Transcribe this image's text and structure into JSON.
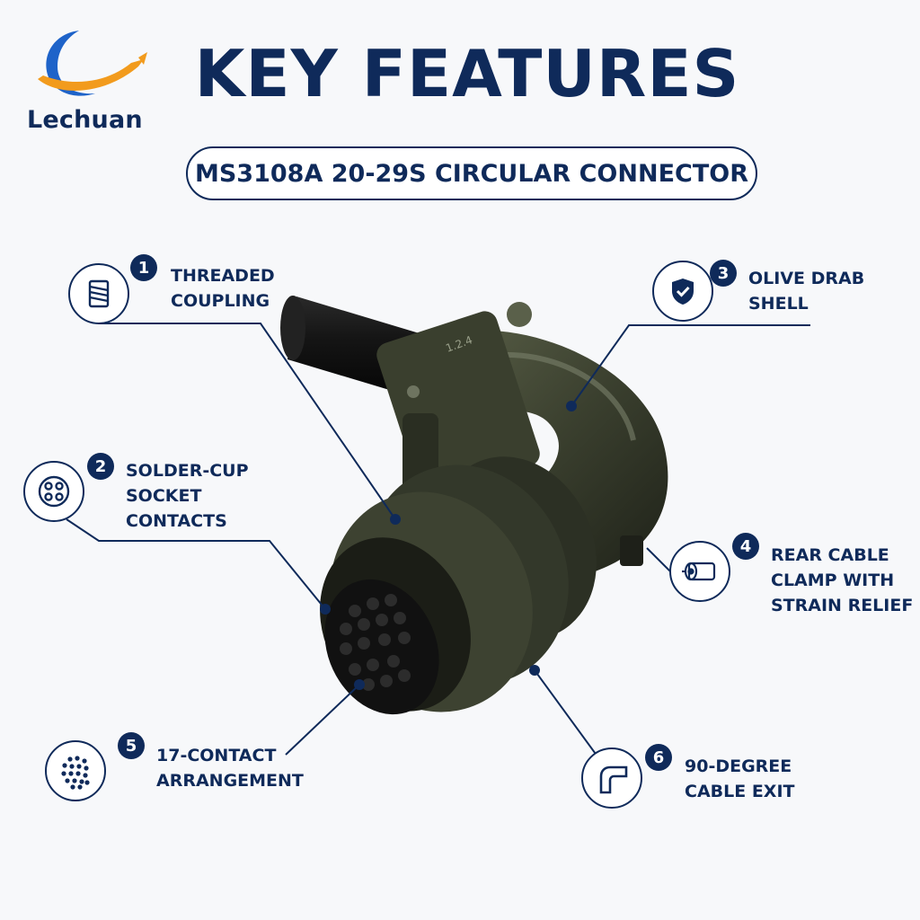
{
  "brand": {
    "name": "Lechuan",
    "logo_icon": "swoosh-logo-icon"
  },
  "header": {
    "title": "KEY FEATURES",
    "subtitle": "MS3108A 20-29S CIRCULAR CONNECTOR"
  },
  "product_image": {
    "marking": "1.2.4"
  },
  "features": [
    {
      "number": "1",
      "icon": "thread-icon",
      "lines": [
        "THREADED",
        "COUPLING"
      ]
    },
    {
      "number": "2",
      "icon": "socket-contacts-icon",
      "lines": [
        "SOLDER-CUP",
        "SOCKET",
        "CONTACTS"
      ]
    },
    {
      "number": "3",
      "icon": "shield-check-icon",
      "lines": [
        "OLIVE DRAB",
        "SHELL"
      ]
    },
    {
      "number": "4",
      "icon": "cable-clamp-icon",
      "lines": [
        "REAR CABLE",
        "CLAMP WITH",
        "STRAIN RELIEF"
      ]
    },
    {
      "number": "5",
      "icon": "contact-arrangement-icon",
      "lines": [
        "17-CONTACT",
        "ARRANGEMENT"
      ]
    },
    {
      "number": "6",
      "icon": "elbow-icon",
      "lines": [
        "90-DEGREE",
        "CABLE EXIT"
      ]
    }
  ],
  "colors": {
    "navy": "#0f2a5a",
    "orange": "#f29b1d",
    "blue": "#1e63c9",
    "shell": "#3d4231"
  }
}
